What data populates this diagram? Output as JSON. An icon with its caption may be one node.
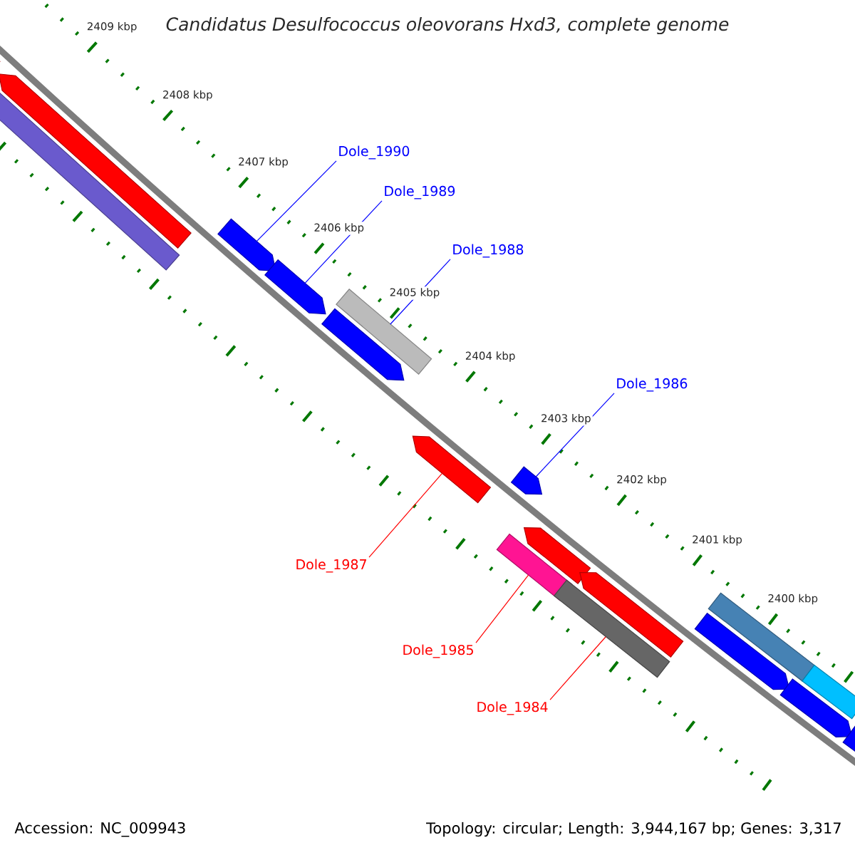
{
  "diagram": {
    "title": "Candidatus Desulfococcus oleovorans Hxd3, complete genome",
    "nodes": [
      {
        "text": [
          "Dole_1990"
        ]
      },
      {
        "text": [
          "Dole_1989"
        ]
      },
      {
        "text": [
          "Dole_1988"
        ]
      },
      {
        "text": [
          "Dole_1986"
        ]
      },
      {
        "text": [
          "Dole_1987"
        ]
      },
      {
        "text": [
          "Dole_1985"
        ]
      },
      {
        "text": [
          "Dole_1984"
        ]
      },
      {
        "text": [],
        "shape": "pentagon"
      },
      {
        "text": [],
        "shape": "pentagon"
      },
      {
        "text": [],
        "shape": "bar"
      },
      {
        "text": [],
        "shape": "pentagon"
      },
      {
        "text": [],
        "shape": "pentagon"
      },
      {
        "text": [],
        "shape": "bar"
      },
      {
        "text": [],
        "shape": "pentagon"
      },
      {
        "text": [],
        "shape": "pentagon"
      },
      {
        "text": [],
        "shape": "pentagon"
      },
      {
        "text": [],
        "shape": "bar"
      },
      {
        "text": [],
        "shape": "pentagon"
      },
      {
        "text": [],
        "shape": "bar"
      },
      {
        "text": [],
        "shape": "pentagon"
      },
      {
        "text": [],
        "shape": "bar"
      },
      {
        "text": [],
        "shape": "pentagon"
      },
      {
        "text": [],
        "shape": "pentagon"
      },
      {
        "text": [],
        "shape": "bar"
      },
      {
        "text": [],
        "shape": "pentagon"
      }
    ],
    "edges": [
      {
        "from": 0,
        "to": 10,
        "arrow": "none"
      },
      {
        "from": 1,
        "to": 11,
        "arrow": "none"
      },
      {
        "from": 2,
        "to": 12,
        "arrow": "none"
      },
      {
        "from": 3,
        "to": 15,
        "arrow": "none"
      },
      {
        "from": 4,
        "to": 14,
        "arrow": "none",
        "color": "#ff0000"
      },
      {
        "from": 5,
        "to": 16,
        "arrow": "none",
        "color": "#ff0000"
      },
      {
        "from": 6,
        "to": 18,
        "arrow": "none",
        "color": "#ff0000"
      }
    ],
    "labels": [
      "2409 kbp",
      "2408 kbp",
      "2407 kbp",
      "2406 kbp",
      "2405 kbp",
      "2404 kbp",
      "2403 kbp",
      "2402 kbp",
      "2401 kbp",
      "2400 kbp",
      "Accession: NC_009943",
      "Topology: circular; Length: 3,944,167 bp; Genes: 3,317"
    ]
  }
}
